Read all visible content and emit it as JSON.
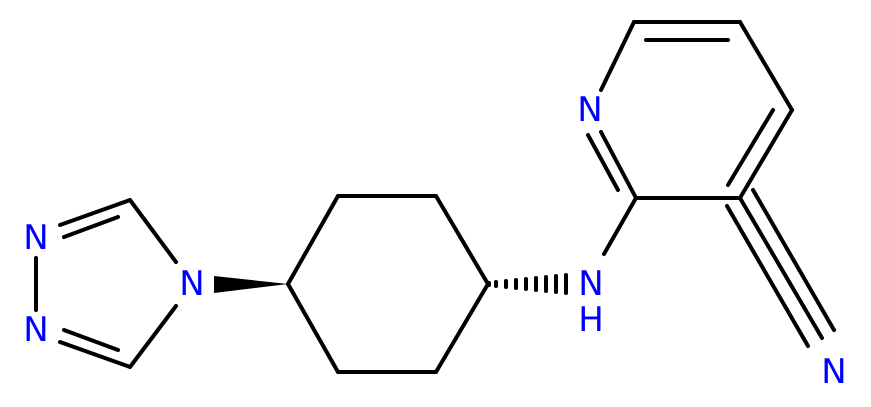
{
  "colors": {
    "bond": "#000000",
    "nitrogen": "#0000ff",
    "background": "#ffffff"
  },
  "atoms": {
    "pyridine_n": "N",
    "amine_n": "N",
    "amine_h": "H",
    "nitrile_n": "N",
    "triazole_n1": "N",
    "triazole_n2": "N",
    "triazole_n4": "N"
  }
}
